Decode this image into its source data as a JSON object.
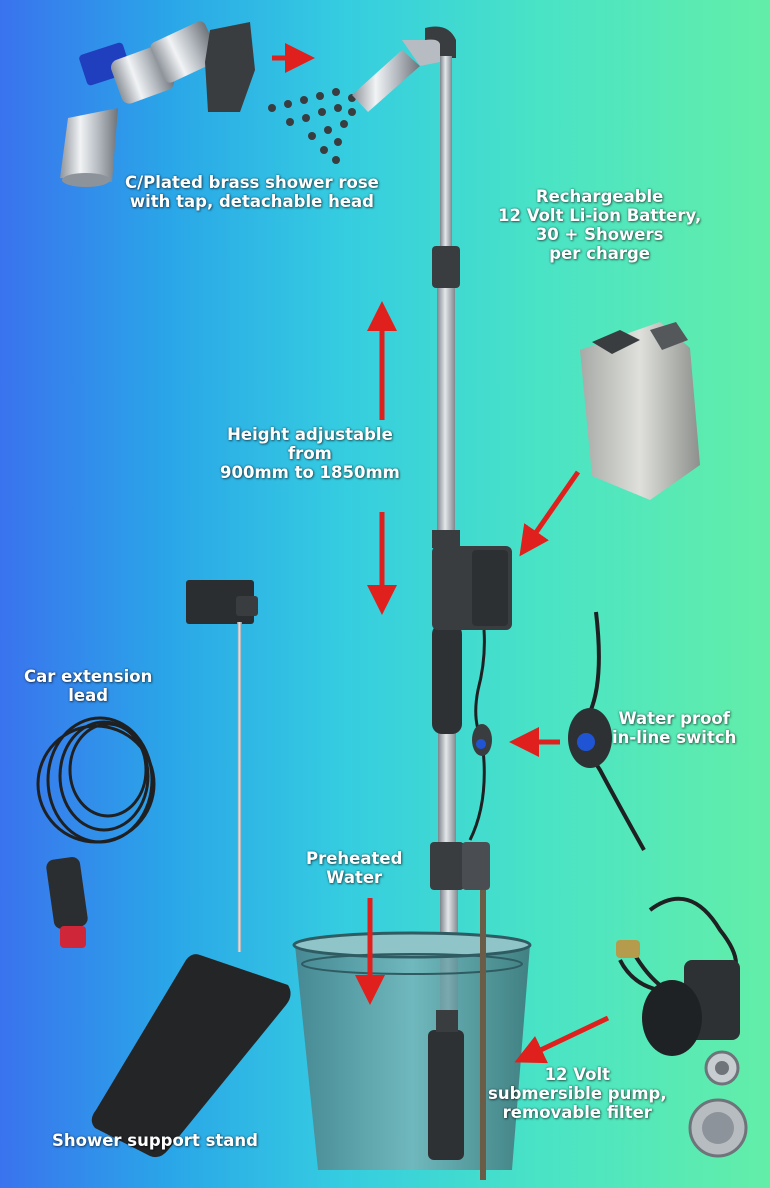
{
  "labels": {
    "shower_rose": [
      "C/Plated brass shower rose",
      "with tap, detachable head"
    ],
    "battery": [
      "Rechargeable",
      "12 Volt Li-ion Battery,",
      "30 + Showers",
      "per charge"
    ],
    "height": [
      "Height adjustable",
      "from",
      "900mm to 1850mm"
    ],
    "car_lead": [
      "Car extension",
      "lead"
    ],
    "switch": [
      "Water proof",
      "in-line switch"
    ],
    "preheated": [
      "Preheated",
      "Water"
    ],
    "pump": [
      "12 Volt",
      "submersible pump,",
      "removable filter"
    ],
    "stand": [
      "Shower support stand"
    ]
  },
  "icons": {
    "arrow": "red-arrow-icon",
    "tap": "blue-tap-handle-icon",
    "spray": "water-spray-icon"
  },
  "colors": {
    "arrow": "#e0201c",
    "background_left": "#3a73ee",
    "background_right": "#63eea8",
    "metal": "#b9bec4",
    "dark_part": "#3a3d40"
  }
}
